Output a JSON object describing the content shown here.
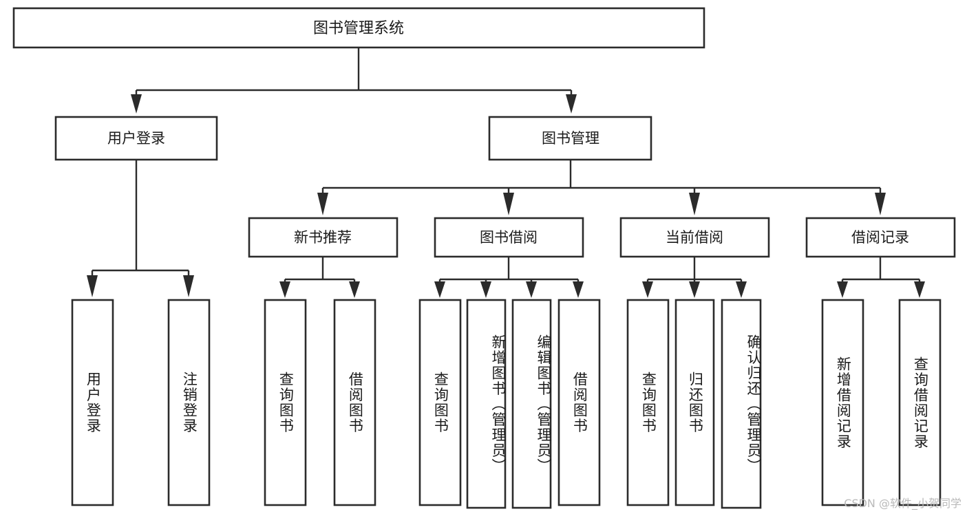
{
  "diagram": {
    "type": "tree",
    "title": "图书管理系统",
    "watermark": "CSDN @软件_小贺同学",
    "colors": {
      "stroke": "#2b2b2b",
      "fill": "#ffffff",
      "text": "#1a1a1a",
      "watermark": "#b9b9b9"
    },
    "root": {
      "label": "图书管理系统"
    },
    "level2": [
      {
        "label": "用户登录"
      },
      {
        "label": "图书管理"
      }
    ],
    "level3": [
      {
        "label": "新书推荐"
      },
      {
        "label": "图书借阅"
      },
      {
        "label": "当前借阅"
      },
      {
        "label": "借阅记录"
      }
    ],
    "leaves": {
      "user_login": [
        {
          "label": "用户登录"
        },
        {
          "label": "注销登录"
        }
      ],
      "new_book_recommend": [
        {
          "label": "查询图书"
        },
        {
          "label": "借阅图书"
        }
      ],
      "book_borrow": [
        {
          "label": "查询图书"
        },
        {
          "label": "新增图书（管理员）"
        },
        {
          "label": "编辑图书（管理员）"
        },
        {
          "label": "借阅图书"
        }
      ],
      "current_borrow": [
        {
          "label": "查询图书"
        },
        {
          "label": "归还图书"
        },
        {
          "label": "确认归还（管理员）"
        }
      ],
      "borrow_record": [
        {
          "label": "新增借阅记录"
        },
        {
          "label": "查询借阅记录"
        }
      ]
    }
  }
}
